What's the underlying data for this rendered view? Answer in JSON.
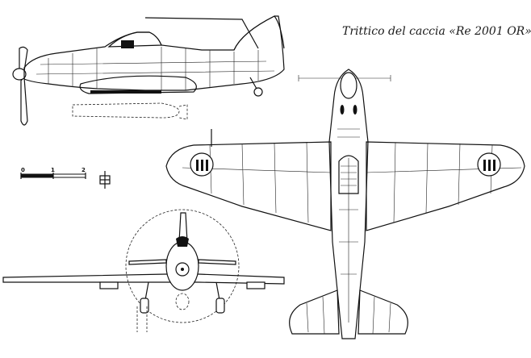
{
  "caption": "Trittico del caccia «Re 2001 OR».",
  "scale_bar": {
    "ticks": [
      "0",
      "1",
      "2"
    ]
  },
  "colors": {
    "ink": "#111111",
    "paper": "#ffffff"
  }
}
